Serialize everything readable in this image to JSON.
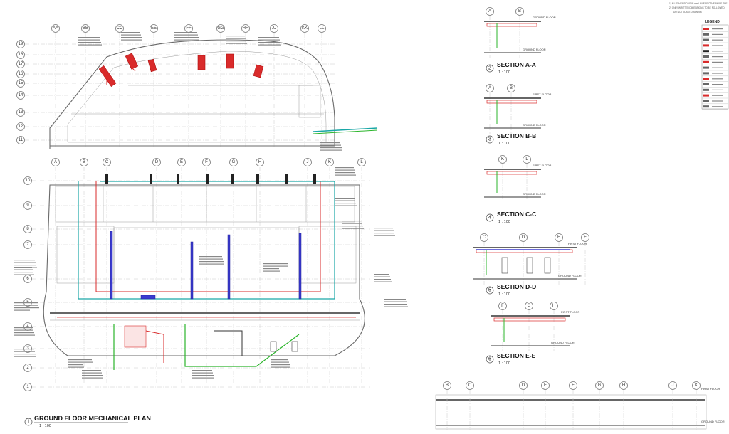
{
  "plan": {
    "title": "GROUND FLOOR MECHANICAL PLAN",
    "scale": "1 : 100",
    "number": "1",
    "upper_cols": [
      "AA",
      "BB",
      "CC",
      "EE",
      "FF",
      "GG",
      "HH",
      "JJ",
      "KK",
      "LL"
    ],
    "upper_rows": [
      "19",
      "18",
      "17",
      "16",
      "15",
      "14",
      "13",
      "12",
      "11"
    ],
    "lower_cols": [
      "A",
      "B",
      "C",
      "D",
      "E",
      "F",
      "G",
      "H",
      "J",
      "K",
      "L"
    ],
    "lower_rows": [
      "10",
      "9",
      "8",
      "7",
      "6",
      "5",
      "4",
      "3",
      "2",
      "1"
    ]
  },
  "sections": [
    {
      "number": "2",
      "title": "SECTION A-A",
      "scale": "1 : 100",
      "grids": [
        "A",
        "B"
      ],
      "top": "GROUND FLOOR",
      "bottom": "GROUND FLOOR"
    },
    {
      "number": "3",
      "title": "SECTION B-B",
      "scale": "1 : 100",
      "grids": [
        "A",
        "B"
      ],
      "top": "FIRST FLOOR",
      "bottom": "GROUND FLOOR"
    },
    {
      "number": "4",
      "title": "SECTION C-C",
      "scale": "1 : 100",
      "grids": [
        "K",
        "L"
      ],
      "top": "FIRST FLOOR",
      "bottom": "GROUND FLOOR"
    },
    {
      "number": "5",
      "title": "SECTION D-D",
      "scale": "1 : 100",
      "grids": [
        "C",
        "D",
        "E",
        "F"
      ],
      "top": "FIRST FLOOR",
      "bottom": "GROUND FLOOR"
    },
    {
      "number": "6",
      "title": "SECTION E-E",
      "scale": "1 : 100",
      "grids": [
        "F",
        "G",
        "H"
      ],
      "top": "FIRST FLOOR",
      "bottom": "GROUND FLOOR"
    }
  ],
  "long_section": {
    "grids": [
      "B",
      "C",
      "D",
      "E",
      "F",
      "G",
      "H",
      "J",
      "K"
    ],
    "top": "FIRST FLOOR",
    "bottom": "GROUND FLOOR"
  },
  "legend": {
    "title": "LEGEND"
  },
  "notes": {
    "line1": "1) ALL DIMENSIONS IN mm UNLESS OTHERWISE SPE",
    "line2": "2) ONLY WRITTEN DIMENSIONS TO BE FOLLOWED",
    "line3": "DO NOT SCALE DRAWING"
  },
  "colors": {
    "supply": "#d92b2b",
    "return": "#2bb52b",
    "exhaust": "#3b3bd0",
    "chilled": "#1aa7a7",
    "wall": "#6a6a6a"
  }
}
